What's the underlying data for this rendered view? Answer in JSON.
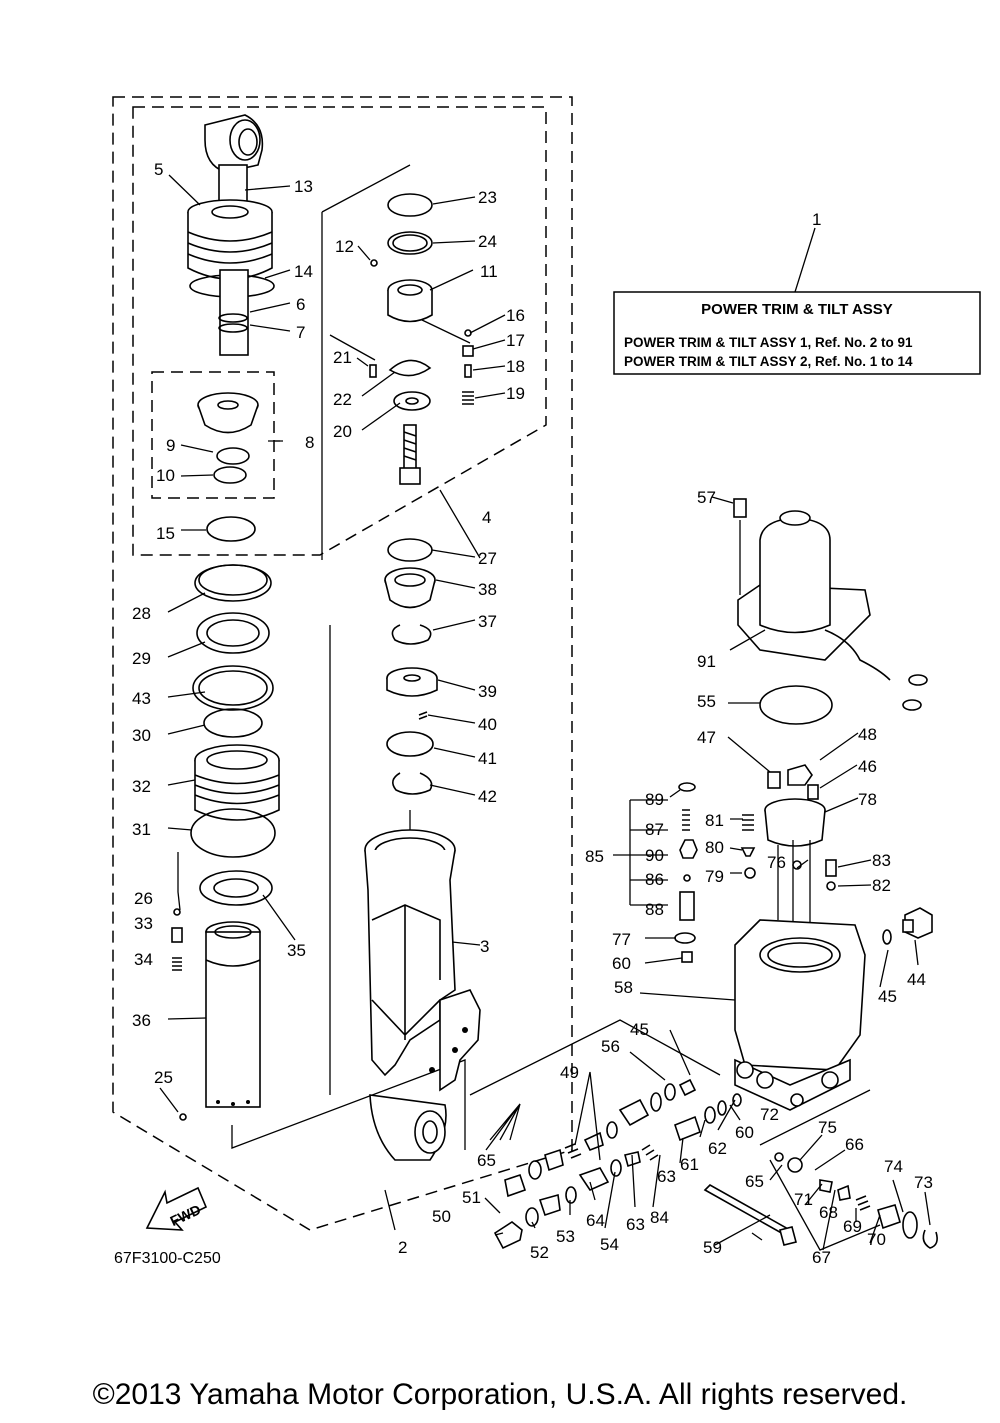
{
  "title_box": {
    "title": "POWER TRIM & TILT ASSY",
    "line1": "POWER TRIM & TILT ASSY 1, Ref. No. 2 to 91",
    "line2": "POWER TRIM & TILT ASSY 2, Ref. No. 1 to 14"
  },
  "diagram_code": "67F3100-C250",
  "fwd_label": "FWD",
  "copyright": "©2013 Yamaha Motor Corporation, U.S.A. All rights reserved.",
  "callouts": [
    "1",
    "2",
    "3",
    "4",
    "5",
    "6",
    "7",
    "8",
    "9",
    "10",
    "11",
    "12",
    "13",
    "14",
    "15",
    "16",
    "17",
    "18",
    "19",
    "20",
    "21",
    "22",
    "23",
    "24",
    "25",
    "26",
    "27",
    "28",
    "29",
    "30",
    "31",
    "32",
    "33",
    "34",
    "35",
    "36",
    "37",
    "38",
    "39",
    "40",
    "41",
    "42",
    "43",
    "44",
    "45",
    "45",
    "46",
    "47",
    "48",
    "49",
    "50",
    "51",
    "52",
    "53",
    "54",
    "55",
    "56",
    "57",
    "58",
    "59",
    "60",
    "60",
    "61",
    "62",
    "63",
    "63",
    "64",
    "65",
    "65",
    "66",
    "67",
    "68",
    "69",
    "70",
    "71",
    "72",
    "73",
    "74",
    "75",
    "76",
    "77",
    "78",
    "79",
    "80",
    "81",
    "82",
    "83",
    "84",
    "85",
    "86",
    "87",
    "88",
    "89",
    "90",
    "91"
  ]
}
